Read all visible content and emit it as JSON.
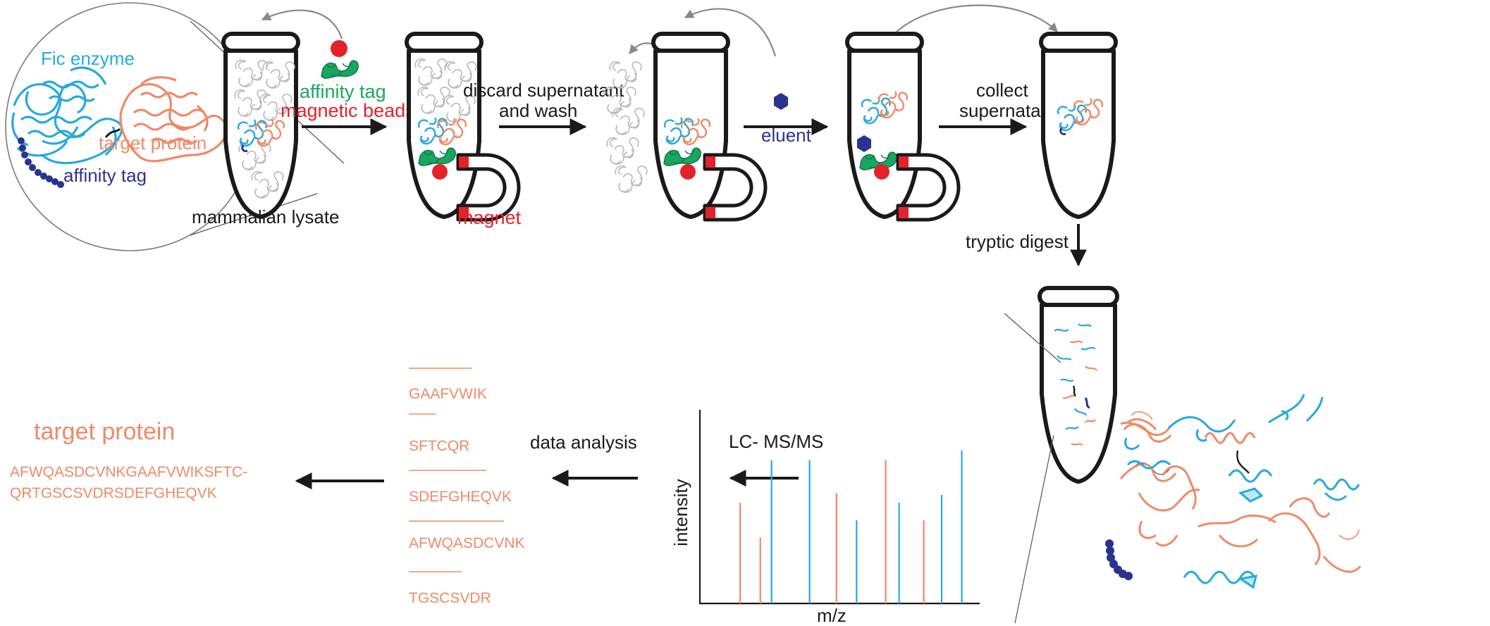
{
  "zoom_labels": {
    "fic_enzyme": "Fic enzyme",
    "target_protein": "target protein",
    "affinity_tag": "affinity tag"
  },
  "step_labels": {
    "mammalian_lysate": "mammalian lysate",
    "affinity_tag": "affinity tag",
    "magnetic_beads": "magnetic beads",
    "magnet": "magnet",
    "discard_line1": "discard supernatant",
    "discard_line2": "and wash",
    "eluent": "eluent",
    "collect_line1": "collect",
    "collect_line2": "supernatant",
    "tryptic_digest": "tryptic digest",
    "lc_msms": "LC- MS/MS",
    "data_analysis": "data analysis"
  },
  "spectrum": {
    "x_label": "m/z",
    "y_label": "intensity",
    "peaks": [
      {
        "x": 0.18,
        "h": 0.52,
        "color": "#ee8a68"
      },
      {
        "x": 0.27,
        "h": 0.34,
        "color": "#ee8a68"
      },
      {
        "x": 0.32,
        "h": 0.74,
        "color": "#27a9dd"
      },
      {
        "x": 0.49,
        "h": 0.74,
        "color": "#27a9dd"
      },
      {
        "x": 0.61,
        "h": 0.57,
        "color": "#ee8a68"
      },
      {
        "x": 0.7,
        "h": 0.43,
        "color": "#27a9dd"
      },
      {
        "x": 0.83,
        "h": 0.74,
        "color": "#ee8a68"
      },
      {
        "x": 0.89,
        "h": 0.52,
        "color": "#27a9dd"
      },
      {
        "x": 1.0,
        "h": 0.43,
        "color": "#ee8a68"
      },
      {
        "x": 1.08,
        "h": 0.56,
        "color": "#27a9dd"
      },
      {
        "x": 1.17,
        "h": 0.79,
        "color": "#27a9dd"
      }
    ]
  },
  "peptides": [
    "GAAFVWIK",
    "SFTCQR",
    "SDEFGHEQVK",
    "AFWQASDCVNK",
    "TGSCSVDR"
  ],
  "result": {
    "title": "target protein",
    "sequence_line1": "AFWQASDCVNKGAAFVWIKSFTC-",
    "sequence_line2": "QRTGSCSVDRSDEFGHEQVK"
  },
  "colors": {
    "target_orange": "#ee8a68",
    "fic_blue": "#27a9dd",
    "tag_navy": "#2b3390",
    "tag_green": "#19a660",
    "bead_red": "#e3222a"
  }
}
